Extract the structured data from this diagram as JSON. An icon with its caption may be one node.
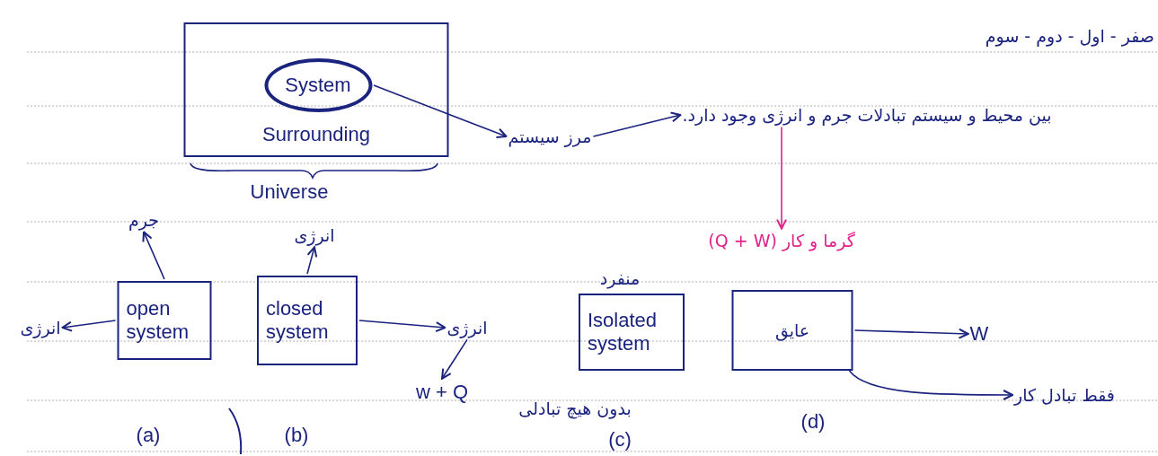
{
  "diagram": {
    "nodes": [
      {
        "text": [
          "Surrounding"
        ]
      },
      {
        "text": [
          "System"
        ],
        "in": 0
      },
      {
        "text": [
          "مرز سیستم"
        ]
      },
      {
        "text": [
          "بین محیط و سیستم تبادلات جرم و انرژی وجود دارد."
        ]
      },
      {
        "text": [
          "گرما و کار (Q + W)"
        ]
      },
      {
        "text": [
          "جرم"
        ]
      },
      {
        "text": [
          "انرژی"
        ]
      },
      {
        "text": [
          "open system"
        ]
      },
      {
        "text": [
          "closed system"
        ]
      },
      {
        "text": [
          "انرژی"
        ]
      },
      {
        "text": [
          "انرژی"
        ]
      },
      {
        "text": [
          "w + Q"
        ]
      },
      {
        "text": [
          "Isolated system"
        ],
        "beside": [
          "منفرد",
          "بدون هیچ تبادلی"
        ]
      },
      {
        "text": [
          "عایق"
        ]
      },
      {
        "text": [
          "W"
        ]
      },
      {
        "text": [
          "فقط تبادل کار"
        ]
      }
    ],
    "edges": [
      {
        "from": 1,
        "to": 2,
        "arrow": "to"
      },
      {
        "from": 2,
        "to": 3,
        "arrow": "to"
      },
      {
        "from": 3,
        "to": 4,
        "arrow": "to",
        "color": "#e0218a"
      },
      {
        "from": 7,
        "to": 5,
        "arrow": "to"
      },
      {
        "from": 7,
        "to": 6,
        "arrow": "to"
      },
      {
        "from": 8,
        "to": 9,
        "arrow": "to"
      },
      {
        "from": 8,
        "to": 10,
        "arrow": "to"
      },
      {
        "from": 10,
        "to": 11,
        "arrow": "to"
      },
      {
        "from": 13,
        "to": 14,
        "arrow": "to"
      },
      {
        "from": 13,
        "to": 15,
        "arrow": "to"
      }
    ],
    "labels": [
      "صفر - اول - دوم - سوم",
      "Universe",
      "(a)",
      "(b)",
      "(c)",
      "(d)"
    ]
  }
}
